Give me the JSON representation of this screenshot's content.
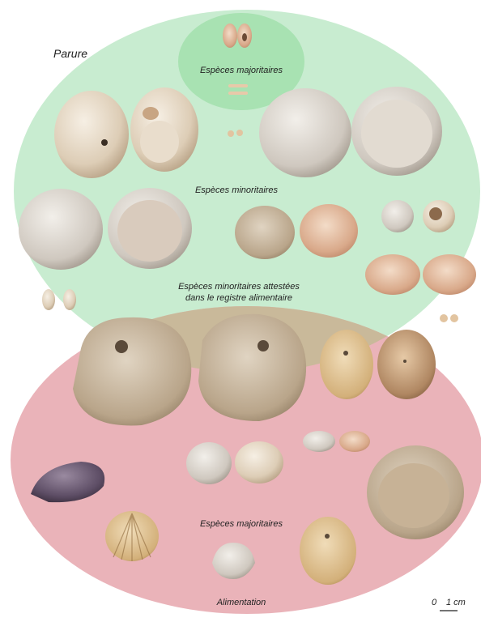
{
  "labels": {
    "parure": "Parure",
    "parure_major": "Espèces majoritaires",
    "parure_minor": "Espèces minoritaires",
    "overlap_line1": "Espèces minoritaires attestées",
    "overlap_line2": "dans le registre alimentaire",
    "alimentation_major": "Espèces majoritaires",
    "alimentation": "Alimentation",
    "scale_zero": "0",
    "scale_unit": "1 cm"
  },
  "colors": {
    "parure_circle": "#c8ecd0",
    "parure_major_bubble": "#a8e2b2",
    "alimentation_circle": "#eab3b9",
    "overlap": "#c9b99a",
    "shell_light": "#e8dccb",
    "shell_mid": "#cdb79c",
    "shell_dark": "#6a5a6e"
  }
}
